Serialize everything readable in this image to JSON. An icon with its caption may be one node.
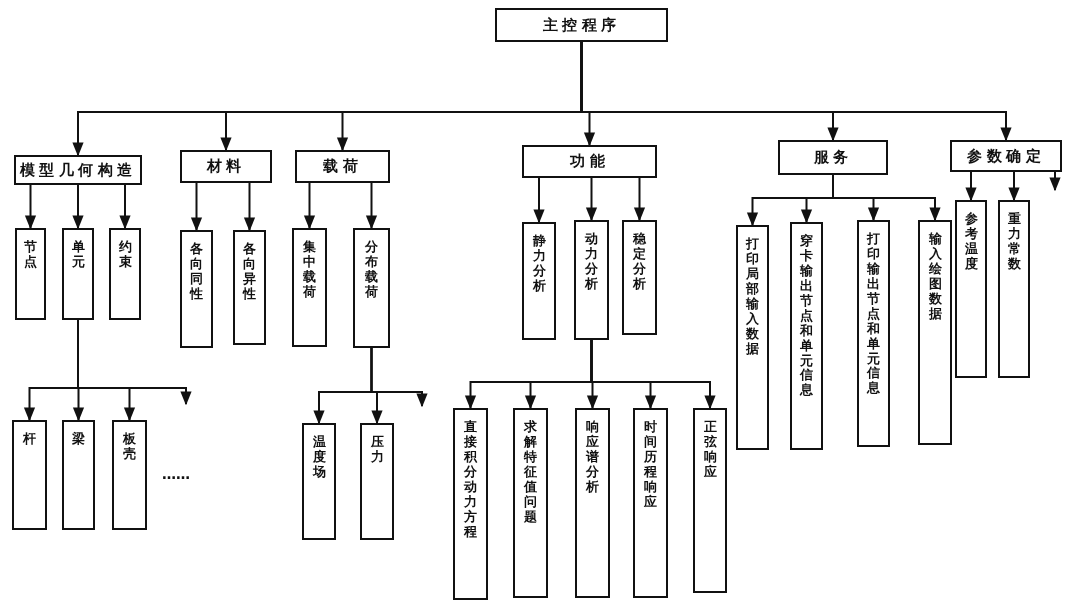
{
  "diagram": {
    "nodes": [
      {
        "text": [
          "主控程序"
        ]
      },
      {
        "text": [
          "模型几何构造"
        ]
      },
      {
        "text": [
          "材料"
        ]
      },
      {
        "text": [
          "载荷"
        ]
      },
      {
        "text": [
          "功能"
        ]
      },
      {
        "text": [
          "服务"
        ]
      },
      {
        "text": [
          "参数确定"
        ]
      },
      {
        "text": [
          "节点"
        ]
      },
      {
        "text": [
          "单元"
        ]
      },
      {
        "text": [
          "约束"
        ]
      },
      {
        "text": [
          "各向同性"
        ]
      },
      {
        "text": [
          "各向异性"
        ]
      },
      {
        "text": [
          "集中载荷"
        ]
      },
      {
        "text": [
          "分布载荷"
        ]
      },
      {
        "text": [
          "静力分析"
        ]
      },
      {
        "text": [
          "动力分析"
        ]
      },
      {
        "text": [
          "稳定分析"
        ]
      },
      {
        "text": [
          "打印局部输入数据"
        ]
      },
      {
        "text": [
          "穿卡输出节点和单元信息"
        ]
      },
      {
        "text": [
          "打印输出节点和单元信息"
        ]
      },
      {
        "text": [
          "输入绘图数据"
        ]
      },
      {
        "text": [
          "参考温度"
        ]
      },
      {
        "text": [
          "重力常数"
        ]
      },
      {
        "text": [
          "杆"
        ]
      },
      {
        "text": [
          "梁"
        ]
      },
      {
        "text": [
          "板壳"
        ]
      },
      {
        "text": [
          "温度场"
        ]
      },
      {
        "text": [
          "压力"
        ]
      },
      {
        "text": [
          "直接积分动力方程"
        ]
      },
      {
        "text": [
          "求解特征值问题"
        ]
      },
      {
        "text": [
          "响应谱分析"
        ]
      },
      {
        "text": [
          "时间历程响应"
        ]
      },
      {
        "text": [
          "正弦响应"
        ]
      }
    ],
    "edges": [
      {
        "from": 0,
        "to": 1,
        "arrow": "to"
      },
      {
        "from": 0,
        "to": 2,
        "arrow": "to"
      },
      {
        "from": 0,
        "to": 3,
        "arrow": "to"
      },
      {
        "from": 0,
        "to": 4,
        "arrow": "to"
      },
      {
        "from": 0,
        "to": 5,
        "arrow": "to"
      },
      {
        "from": 0,
        "to": 6,
        "arrow": "to"
      },
      {
        "from": 1,
        "to": 7,
        "arrow": "to"
      },
      {
        "from": 1,
        "to": 8,
        "arrow": "to"
      },
      {
        "from": 1,
        "to": 9,
        "arrow": "to"
      },
      {
        "from": 2,
        "to": 10,
        "arrow": "to"
      },
      {
        "from": 2,
        "to": 11,
        "arrow": "to"
      },
      {
        "from": 3,
        "to": 12,
        "arrow": "to"
      },
      {
        "from": 3,
        "to": 13,
        "arrow": "to"
      },
      {
        "from": 4,
        "to": 14,
        "arrow": "to"
      },
      {
        "from": 4,
        "to": 15,
        "arrow": "to"
      },
      {
        "from": 4,
        "to": 16,
        "arrow": "to"
      },
      {
        "from": 5,
        "to": 17,
        "arrow": "to"
      },
      {
        "from": 5,
        "to": 18,
        "arrow": "to"
      },
      {
        "from": 5,
        "to": 19,
        "arrow": "to"
      },
      {
        "from": 5,
        "to": 20,
        "arrow": "to"
      },
      {
        "from": 6,
        "to": 21,
        "arrow": "to"
      },
      {
        "from": 6,
        "to": 22,
        "arrow": "to"
      },
      {
        "from": 6,
        "to": null,
        "arrow": "to"
      },
      {
        "from": 8,
        "to": 23,
        "arrow": "to"
      },
      {
        "from": 8,
        "to": 24,
        "arrow": "to"
      },
      {
        "from": 8,
        "to": 25,
        "arrow": "to"
      },
      {
        "from": 8,
        "to": null,
        "arrow": "to"
      },
      {
        "from": 13,
        "to": 26,
        "arrow": "to"
      },
      {
        "from": 13,
        "to": 27,
        "arrow": "to"
      },
      {
        "from": 13,
        "to": null,
        "arrow": "to"
      },
      {
        "from": 15,
        "to": 28,
        "arrow": "to"
      },
      {
        "from": 15,
        "to": 29,
        "arrow": "to"
      },
      {
        "from": 15,
        "to": 30,
        "arrow": "to"
      },
      {
        "from": 15,
        "to": 31,
        "arrow": "to"
      },
      {
        "from": 15,
        "to": 32,
        "arrow": "to"
      }
    ],
    "labels": [
      "……"
    ]
  }
}
